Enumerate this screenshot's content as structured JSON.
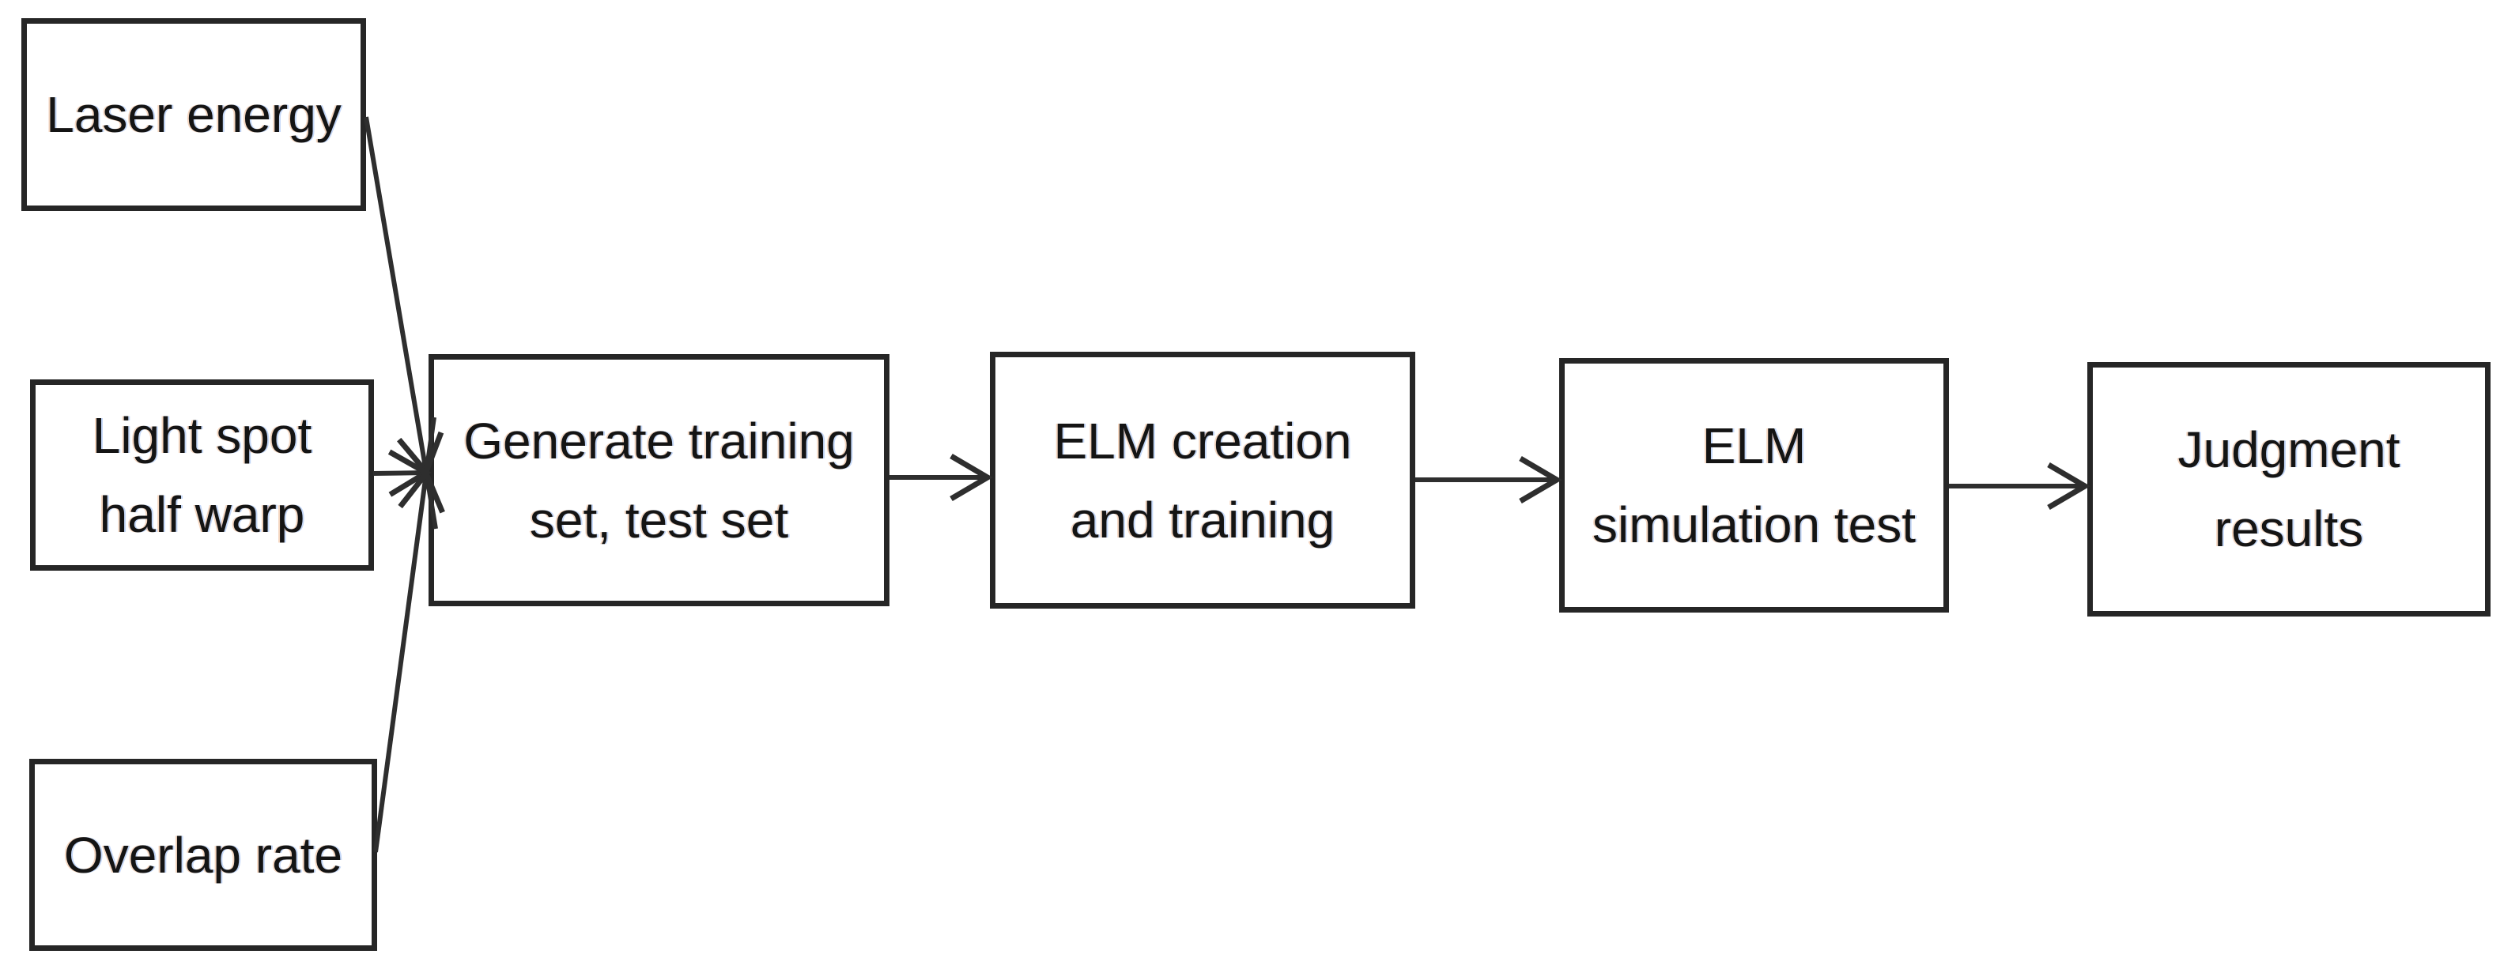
{
  "diagram": {
    "background_color": "#ffffff",
    "box_border_color": "#262626",
    "arrow_color": "#2e2e2e",
    "text_color": "#141414",
    "arrowhead_style": "open-chevron",
    "nodes": [
      {
        "id": "laser-energy",
        "label": "Laser energy",
        "lines": [
          "Laser energy"
        ]
      },
      {
        "id": "light-spot-half-warp",
        "label": "Light spot half warp",
        "lines": [
          "Light spot",
          "half warp"
        ]
      },
      {
        "id": "overlap-rate",
        "label": "Overlap rate",
        "lines": [
          "Overlap rate"
        ]
      },
      {
        "id": "generate-training-test-set",
        "label": "Generate training set, test set",
        "lines": [
          "Generate training",
          "set, test set"
        ]
      },
      {
        "id": "elm-creation-and-training",
        "label": "ELM creation and training",
        "lines": [
          "ELM creation",
          "and training"
        ]
      },
      {
        "id": "elm-simulation-test",
        "label": "ELM simulation test",
        "lines": [
          "ELM",
          "simulation test"
        ]
      },
      {
        "id": "judgment-results",
        "label": "Judgment results",
        "lines": [
          "Judgment",
          "results"
        ]
      }
    ],
    "edges": [
      {
        "from": "laser-energy",
        "to": "generate-training-test-set"
      },
      {
        "from": "light-spot-half-warp",
        "to": "generate-training-test-set"
      },
      {
        "from": "overlap-rate",
        "to": "generate-training-test-set"
      },
      {
        "from": "generate-training-test-set",
        "to": "elm-creation-and-training"
      },
      {
        "from": "elm-creation-and-training",
        "to": "elm-simulation-test"
      },
      {
        "from": "elm-simulation-test",
        "to": "judgment-results"
      }
    ]
  }
}
